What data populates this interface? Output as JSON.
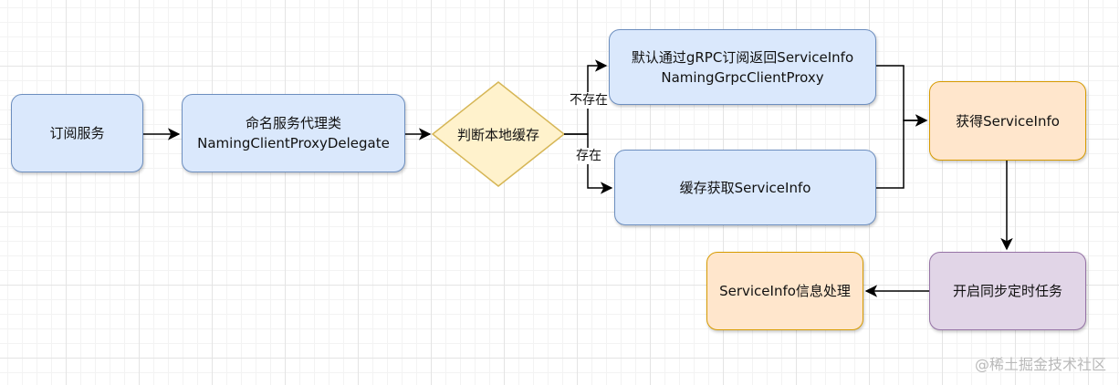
{
  "nodes": {
    "subscribe": {
      "lines": [
        "订阅服务"
      ]
    },
    "proxy_delegate": {
      "lines": [
        "命名服务代理类",
        "NamingClientProxyDelegate"
      ]
    },
    "check_cache": {
      "lines": [
        "判断本地缓存"
      ]
    },
    "grpc_subscribe": {
      "lines": [
        "默认通过gRPC订阅返回ServiceInfo",
        "NamingGrpcClientProxy"
      ]
    },
    "cache_get": {
      "lines": [
        "缓存获取ServiceInfo"
      ]
    },
    "obtain": {
      "lines": [
        "获得ServiceInfo"
      ]
    },
    "sync_task": {
      "lines": [
        "开启同步定时任务"
      ]
    },
    "process": {
      "lines": [
        "ServiceInfo信息处理"
      ]
    }
  },
  "edge_labels": {
    "not_exists": "不存在",
    "exists": "存在"
  },
  "watermark": "@稀土掘金技术社区",
  "colors": {
    "blue_fill": "#dae8fc",
    "blue_stroke": "#6c8ebf",
    "orange_fill": "#ffe6cc",
    "orange_stroke": "#d79b00",
    "purple_fill": "#e1d5e7",
    "purple_stroke": "#9673a6",
    "decision_fill": "#fff2cc",
    "decision_stroke": "#d6b656"
  }
}
